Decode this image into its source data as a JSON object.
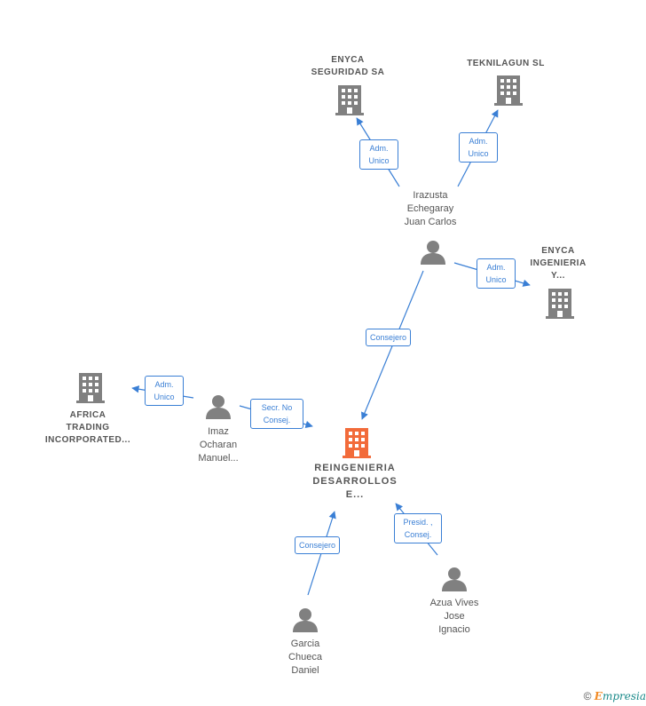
{
  "colors": {
    "edge": "#3a7fd5",
    "node": "#808080",
    "focus": "#f26b3a"
  },
  "nodes": {
    "enyca_seguridad": {
      "name_l1": "ENYCA",
      "name_l2": "SEGURIDAD SA",
      "icon": "building-icon"
    },
    "teknilagun": {
      "name_l1": "TEKNILAGUN SL",
      "icon": "building-icon"
    },
    "irazusta": {
      "name_l1": "Irazusta",
      "name_l2": "Echegaray",
      "name_l3": "Juan Carlos",
      "icon": "person-icon"
    },
    "enyca_ingenieria": {
      "name_l1": "ENYCA",
      "name_l2": "INGENIERIA",
      "name_l3": "Y...",
      "icon": "building-icon"
    },
    "africa_trading": {
      "name_l1": "AFRICA",
      "name_l2": "TRADING",
      "name_l3": "INCORPORATED...",
      "icon": "building-icon"
    },
    "imaz": {
      "name_l1": "Imaz",
      "name_l2": "Ocharan",
      "name_l3": "Manuel...",
      "icon": "person-icon"
    },
    "reingenieria": {
      "name_l1": "REINGENIERIA",
      "name_l2": "DESARROLLOS",
      "name_l3": "E...",
      "icon": "building-icon"
    },
    "garcia": {
      "name_l1": "Garcia",
      "name_l2": "Chueca",
      "name_l3": "Daniel",
      "icon": "person-icon"
    },
    "azua": {
      "name_l1": "Azua Vives",
      "name_l2": "Jose",
      "name_l3": "Ignacio",
      "icon": "person-icon"
    }
  },
  "edges": {
    "irazusta_enyca_seg": {
      "l1": "Adm.",
      "l2": "Unico"
    },
    "irazusta_teknilagun": {
      "l1": "Adm.",
      "l2": "Unico"
    },
    "irazusta_enyca_ing": {
      "l1": "Adm.",
      "l2": "Unico"
    },
    "irazusta_reing": {
      "l1": "Consejero"
    },
    "imaz_africa": {
      "l1": "Adm.",
      "l2": "Unico"
    },
    "imaz_reing": {
      "l1": "Secr.  No",
      "l2": "Consej."
    },
    "garcia_reing": {
      "l1": "Consejero"
    },
    "azua_reing": {
      "l1": "Presid. ,",
      "l2": "Consej."
    }
  },
  "footer": {
    "copyright": "©",
    "brand_e": "E",
    "brand_rest": "mpresia"
  }
}
